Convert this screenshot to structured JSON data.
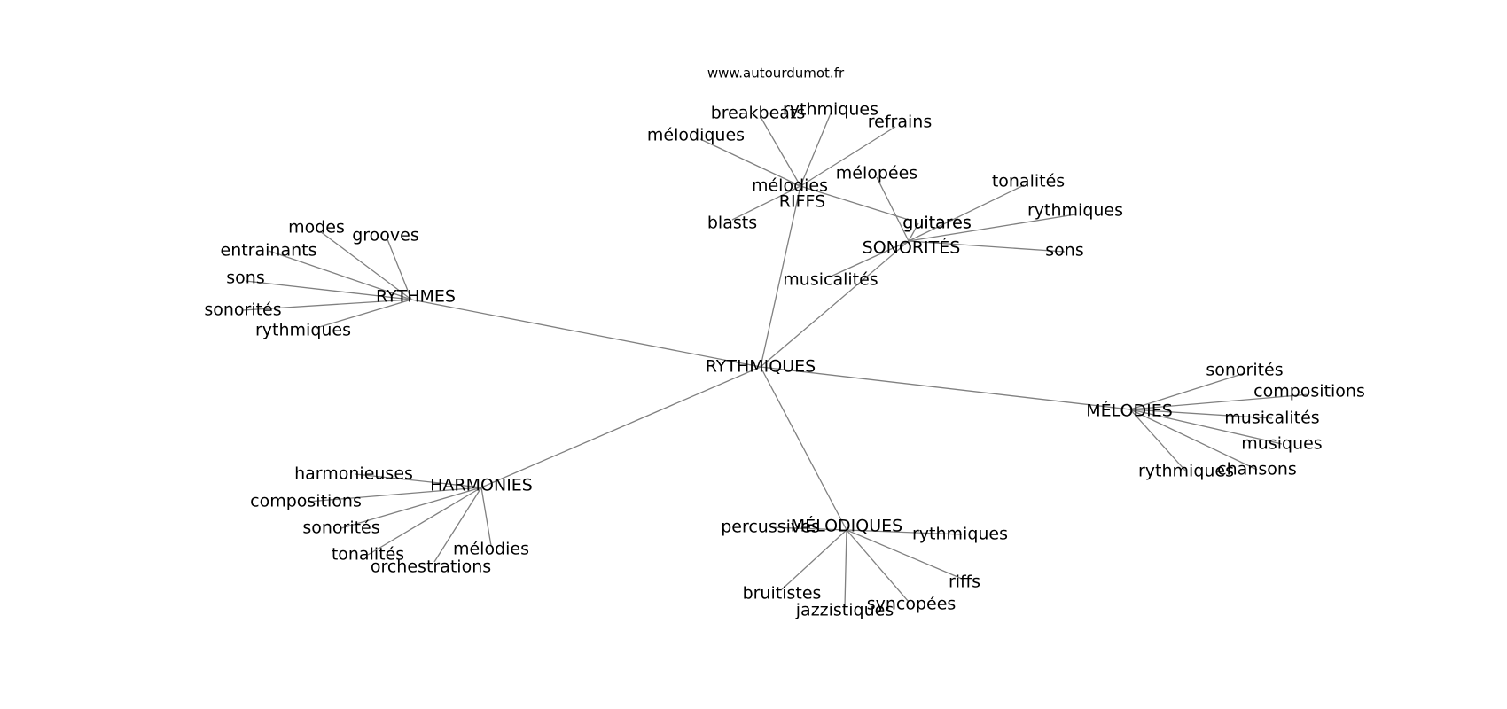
{
  "source": "www.autourdumot.fr",
  "colors": {
    "edge": "#808080",
    "text": "#000000",
    "background": "#ffffff"
  },
  "center": {
    "id": "c",
    "label": "RYTHMIQUES"
  },
  "clusters": [
    {
      "id": "riffs",
      "label": "RIFFS",
      "leaves": [
        {
          "id": "riffs-1",
          "label": "breakbeats"
        },
        {
          "id": "riffs-2",
          "label": "rythmiques"
        },
        {
          "id": "riffs-3",
          "label": "refrains"
        },
        {
          "id": "riffs-4",
          "label": "mélodiques"
        },
        {
          "id": "riffs-5",
          "label": "mélodies"
        },
        {
          "id": "riffs-6",
          "label": "blasts"
        },
        {
          "id": "riffs-7",
          "label": "guitares"
        }
      ]
    },
    {
      "id": "sonorites",
      "label": "SONORITÉS",
      "leaves": [
        {
          "id": "son-1",
          "label": "mélopées"
        },
        {
          "id": "son-2",
          "label": "tonalités"
        },
        {
          "id": "son-3",
          "label": "rythmiques"
        },
        {
          "id": "son-4",
          "label": "sons"
        },
        {
          "id": "son-5",
          "label": "guitares"
        },
        {
          "id": "son-6",
          "label": "musicalités"
        }
      ]
    },
    {
      "id": "rythmes",
      "label": "RYTHMES",
      "leaves": [
        {
          "id": "ryt-1",
          "label": "modes"
        },
        {
          "id": "ryt-2",
          "label": "grooves"
        },
        {
          "id": "ryt-3",
          "label": "entrainants"
        },
        {
          "id": "ryt-4",
          "label": "sons"
        },
        {
          "id": "ryt-5",
          "label": "sonorités"
        },
        {
          "id": "ryt-6",
          "label": "rythmiques"
        }
      ]
    },
    {
      "id": "melodies",
      "label": "MÉLODIES",
      "leaves": [
        {
          "id": "mel-1",
          "label": "sonorités"
        },
        {
          "id": "mel-2",
          "label": "compositions"
        },
        {
          "id": "mel-3",
          "label": "musicalités"
        },
        {
          "id": "mel-4",
          "label": "musiques"
        },
        {
          "id": "mel-5",
          "label": "chansons"
        },
        {
          "id": "mel-6",
          "label": "rythmiques"
        }
      ]
    },
    {
      "id": "harmonies",
      "label": "HARMONIES",
      "leaves": [
        {
          "id": "har-1",
          "label": "harmonieuses"
        },
        {
          "id": "har-2",
          "label": "compositions"
        },
        {
          "id": "har-3",
          "label": "sonorités"
        },
        {
          "id": "har-4",
          "label": "tonalités"
        },
        {
          "id": "har-5",
          "label": "orchestrations"
        },
        {
          "id": "har-6",
          "label": "mélodies"
        }
      ]
    },
    {
      "id": "melodiques",
      "label": "MÉLODIQUES",
      "leaves": [
        {
          "id": "mq-1",
          "label": "percussives"
        },
        {
          "id": "mq-2",
          "label": "rythmiques"
        },
        {
          "id": "mq-3",
          "label": "riffs"
        },
        {
          "id": "mq-4",
          "label": "bruitistes"
        },
        {
          "id": "mq-5",
          "label": "jazzistiques"
        },
        {
          "id": "mq-6",
          "label": "syncopées"
        }
      ]
    }
  ]
}
